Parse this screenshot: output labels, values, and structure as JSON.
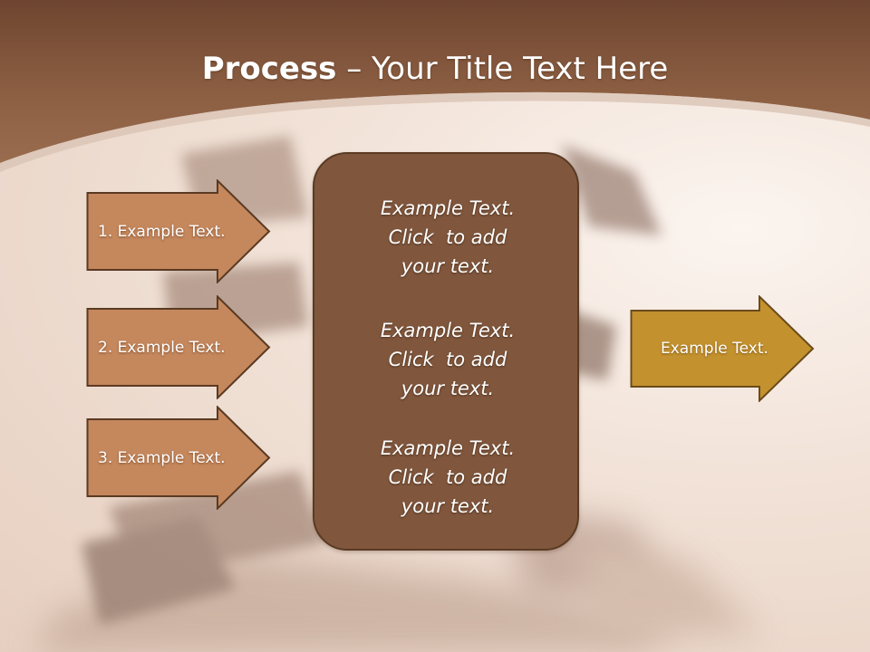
{
  "slide": {
    "title_bold": "Process",
    "title_rest": " – Your Title Text Here",
    "inputs": [
      {
        "label": "1. Example Text."
      },
      {
        "label": "2. Example Text."
      },
      {
        "label": "3. Example Text."
      }
    ],
    "center_blocks": [
      {
        "lines": [
          "Example Text.",
          "Click  to add",
          "your text."
        ]
      },
      {
        "lines": [
          "Example Text.",
          "Click  to add",
          "your text."
        ]
      },
      {
        "lines": [
          "Example Text.",
          "Click  to add",
          "your text."
        ]
      }
    ],
    "output": {
      "label": "Example Text."
    }
  },
  "colors": {
    "header": "#7a4f35",
    "input_arrow_fill": "#c5875c",
    "input_arrow_stroke": "#5a3a22",
    "center_fill": "#80573d",
    "output_arrow_fill": "#c3922e",
    "output_arrow_stroke": "#6b4a1a"
  }
}
